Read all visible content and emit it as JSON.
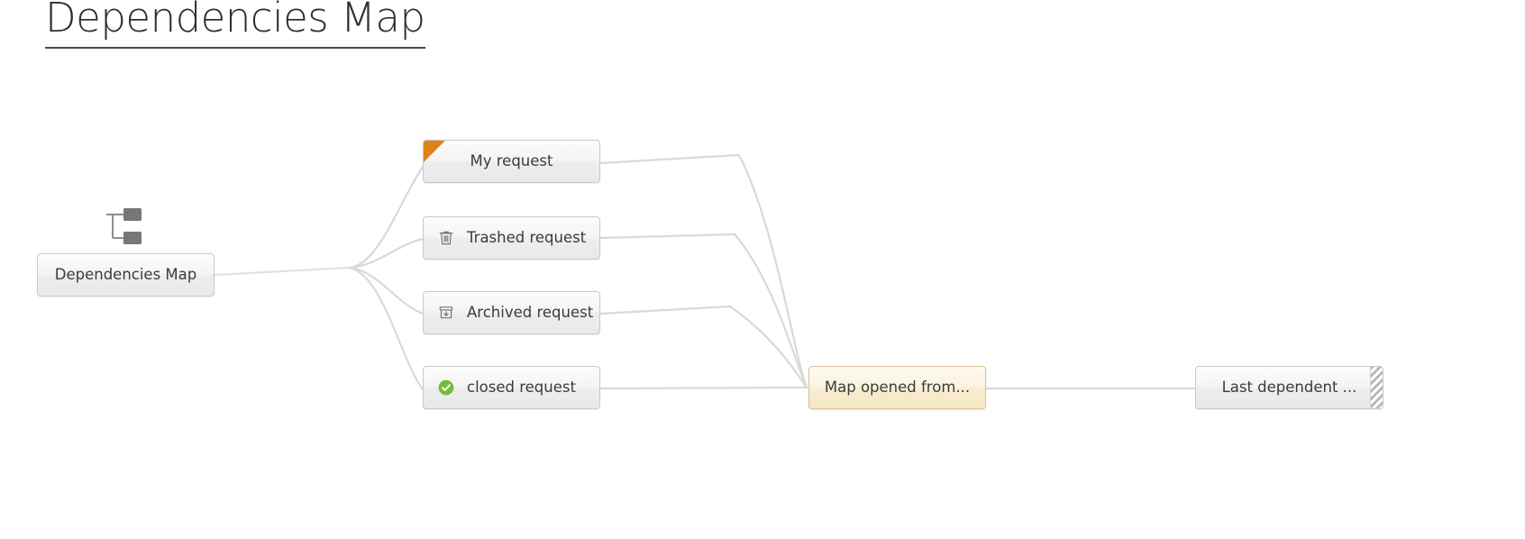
{
  "page": {
    "title": "Dependencies Map",
    "background_color": "#ffffff"
  },
  "colors": {
    "accent_orange": "#e0821c",
    "status_green": "#76bb3a",
    "highlight_bg": "#fbf3e0",
    "highlight_border": "#d9c49a",
    "node_border": "#c9c9c9",
    "edge_line": "#d8d8d8",
    "text": "#3b3b3b"
  },
  "graph": {
    "type": "dependency-tree",
    "root": {
      "id": "root",
      "label": "Dependencies Map",
      "icon": "hierarchy-icon"
    },
    "nodes": [
      {
        "id": "my-request",
        "label": "My request",
        "icon": "none",
        "flag": "orange-corner-flag",
        "state": "flagged"
      },
      {
        "id": "trashed-request",
        "label": "Trashed request",
        "icon": "trash-icon",
        "state": "trashed"
      },
      {
        "id": "archived-request",
        "label": "Archived request",
        "icon": "archive-box-icon",
        "state": "archived"
      },
      {
        "id": "closed-request",
        "label": "closed request",
        "icon": "check-circle-icon",
        "state": "closed"
      },
      {
        "id": "map-opened-from",
        "label": "Map opened from...",
        "icon": "none",
        "state": "current-highlighted"
      },
      {
        "id": "last-dependent",
        "label": "Last dependent ...",
        "icon": "none",
        "state": "truncated-striped"
      }
    ],
    "edges": [
      {
        "from": "root",
        "to": "fan-junction"
      },
      {
        "from": "fan-junction",
        "to": "my-request"
      },
      {
        "from": "fan-junction",
        "to": "trashed-request"
      },
      {
        "from": "fan-junction",
        "to": "archived-request"
      },
      {
        "from": "fan-junction",
        "to": "closed-request"
      },
      {
        "from": "my-request",
        "to": "map-opened-from"
      },
      {
        "from": "trashed-request",
        "to": "map-opened-from"
      },
      {
        "from": "archived-request",
        "to": "map-opened-from"
      },
      {
        "from": "closed-request",
        "to": "map-opened-from"
      },
      {
        "from": "map-opened-from",
        "to": "last-dependent"
      }
    ]
  }
}
